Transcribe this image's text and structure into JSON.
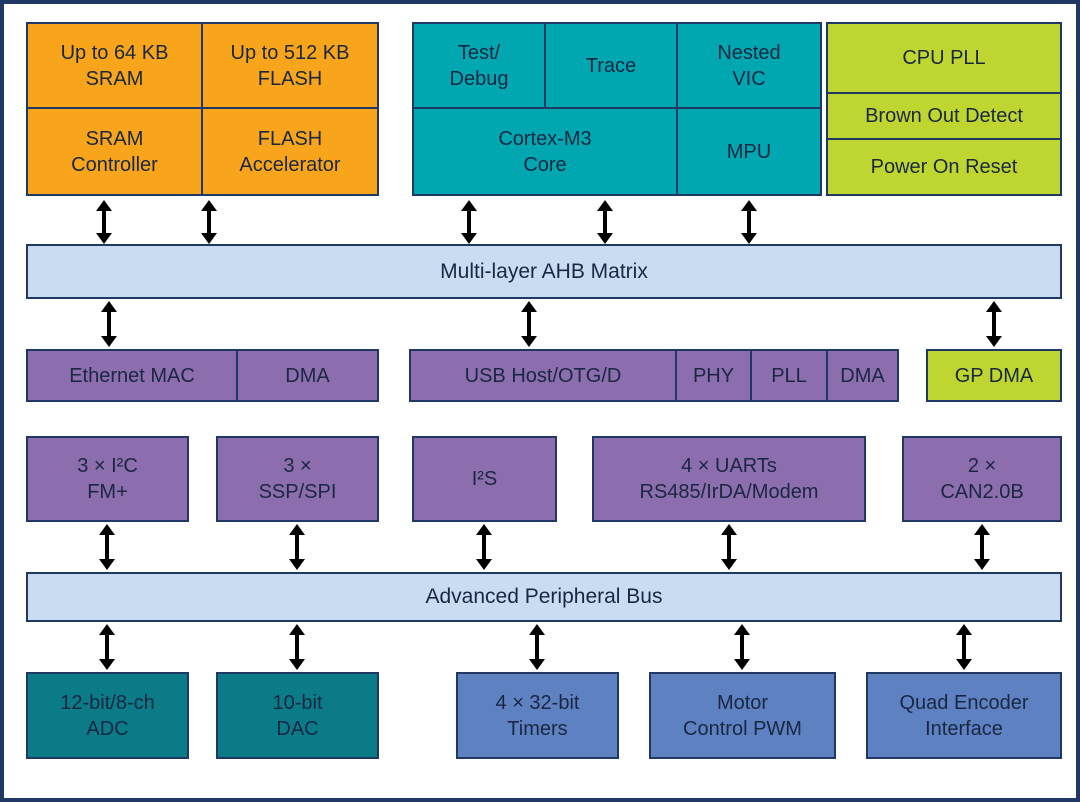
{
  "blocks": {
    "sram": "Up to 64 KB\nSRAM",
    "flash": "Up to 512 KB\nFLASH",
    "sram_controller": "SRAM\nController",
    "flash_accelerator": "FLASH\nAccelerator",
    "test_debug": "Test/\nDebug",
    "trace": "Trace",
    "nested_vic": "Nested\nVIC",
    "cortex_core": "Cortex-M3\nCore",
    "mpu": "MPU",
    "cpu_pll": "CPU PLL",
    "brown_out": "Brown Out Detect",
    "power_on_reset": "Power On Reset",
    "ahb_matrix": "Multi-layer AHB Matrix",
    "ethernet_mac": "Ethernet MAC",
    "ethernet_dma": "DMA",
    "usb_host": "USB Host/OTG/D",
    "usb_phy": "PHY",
    "usb_pll": "PLL",
    "usb_dma": "DMA",
    "gp_dma": "GP DMA",
    "i2c": "3 × I²C\nFM+",
    "ssp_spi": "3 ×\nSSP/SPI",
    "i2s": "I²S",
    "uarts": "4 × UARTs\nRS485/IrDA/Modem",
    "can": "2 ×\nCAN2.0B",
    "apb": "Advanced Peripheral Bus",
    "adc": "12-bit/8-ch\nADC",
    "dac": "10-bit\nDAC",
    "timers": "4 × 32-bit\nTimers",
    "motor_pwm": "Motor\nControl PWM",
    "quad_encoder": "Quad Encoder\nInterface"
  },
  "colors": {
    "memory_orange": "#F9A51B",
    "core_teal": "#00A7B0",
    "clock_green": "#BFD630",
    "bus_light_blue": "#C9DCF2",
    "peripheral_purple": "#8C6DAD",
    "analog_dark_teal": "#0A7B87",
    "timer_blue": "#5E81C2",
    "outline_navy": "#1F3864",
    "text_navy": "#1A2742",
    "arrow_black": "#000000"
  }
}
